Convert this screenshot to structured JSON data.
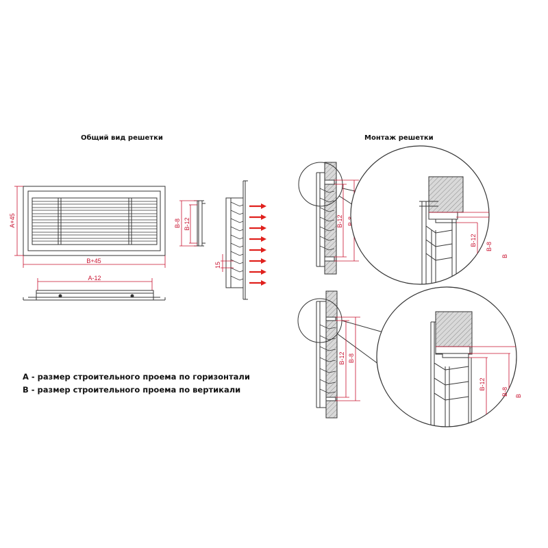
{
  "titles": {
    "general_view": "Общий вид решетки",
    "mounting": "Монтаж решетки"
  },
  "legend": [
    "A - размер строительного проема по горизонтали",
    "B - размер строительного проема по вертикали"
  ],
  "dimensions": {
    "height_grille": "A+45",
    "width_grille": "B+45",
    "width_frame": "A-12",
    "b_minus_8": "B-8",
    "b_minus_12": "B-12",
    "fifteen": "15",
    "b": "B"
  },
  "colors": {
    "line": "#333333",
    "dimension": "#c8102e",
    "arrow": "#e0201c",
    "hatch": "#8a8a8a"
  }
}
